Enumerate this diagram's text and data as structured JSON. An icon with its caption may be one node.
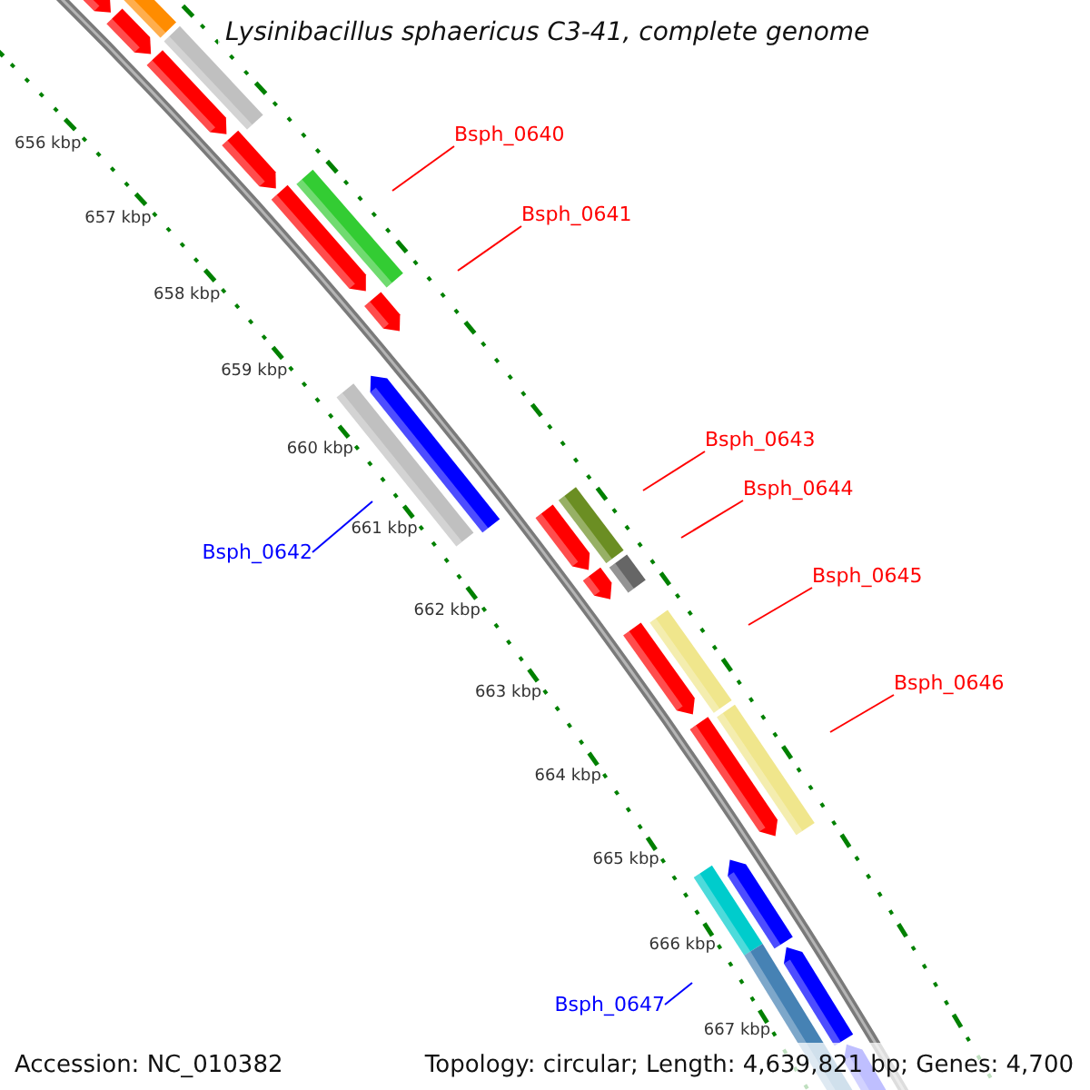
{
  "diagram": {
    "title": "Lysinibacillus sphaericus C3-41, complete genome",
    "nodes": [
      {
        "text": [
          "Bsph_0640"
        ]
      },
      {
        "text": [
          "Bsph_0641"
        ]
      },
      {
        "text": [
          "Bsph_0643"
        ]
      },
      {
        "text": [
          "Bsph_0644"
        ]
      },
      {
        "text": [
          "Bsph_0642"
        ]
      },
      {
        "text": [
          "Bsph_0645"
        ]
      },
      {
        "text": [
          "Bsph_0646"
        ]
      },
      {
        "text": [
          "Bsph_0647"
        ]
      }
    ],
    "edges": [
      {
        "from": 0,
        "to": null,
        "arrow": "none"
      },
      {
        "from": 1,
        "to": null,
        "arrow": "none"
      },
      {
        "from": 2,
        "to": null,
        "arrow": "none"
      },
      {
        "from": 3,
        "to": null,
        "arrow": "none"
      },
      {
        "from": 4,
        "to": null,
        "arrow": "none",
        "color": "#0000ff"
      },
      {
        "from": 5,
        "to": null,
        "arrow": "none"
      },
      {
        "from": 6,
        "to": null,
        "arrow": "none"
      },
      {
        "from": 7,
        "to": null,
        "arrow": "none",
        "color": "#0000ff"
      }
    ],
    "labels": [
      "656 kbp",
      "657 kbp",
      "658 kbp",
      "659 kbp",
      "660 kbp",
      "661 kbp",
      "662 kbp",
      "663 kbp",
      "664 kbp",
      "665 kbp",
      "666 kbp",
      "667 kbp",
      "Accession: NC_010382",
      "Topology: circular; Length: 4,639,821 bp; Genes: 4,700"
    ]
  }
}
